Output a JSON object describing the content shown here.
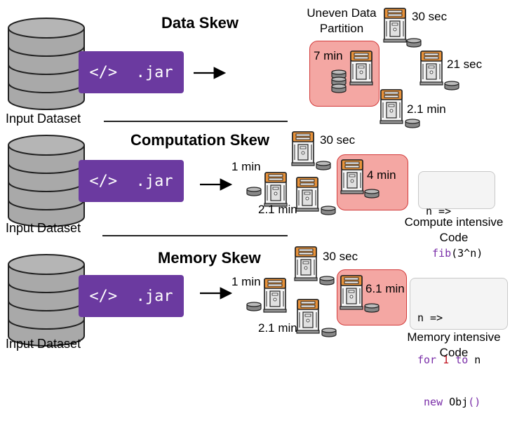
{
  "sections": [
    {
      "title": "Data Skew",
      "input_label": "Input Dataset",
      "jar_label": "</>  .jar",
      "partition_caption": "Uneven Data\nPartition",
      "times": [
        "30 sec",
        "7 min",
        "21 sec",
        "2.1 min"
      ]
    },
    {
      "title": "Computation Skew",
      "input_label": "Input Dataset",
      "jar_label": "</>  .jar",
      "times": [
        "30 sec",
        "1 min",
        "4 min",
        "2.1 min"
      ],
      "code_lines": [
        "n =>",
        "fib(3^n)"
      ],
      "caption": "Compute intensive\nCode"
    },
    {
      "title": "Memory Skew",
      "input_label": "Input Dataset",
      "jar_label": "</>  .jar",
      "times": [
        "30 sec",
        "1 min",
        "6.1 min",
        "2.1 min"
      ],
      "code_lines": [
        "n =>",
        "for 1 to n",
        "new Obj()"
      ],
      "caption": "Memory intensive\nCode"
    }
  ],
  "colors": {
    "jar_bg": "#6b3aa0",
    "highlight_fill": "#f4a7a3",
    "highlight_border": "#d23b3b",
    "server_accent": "#e8923a"
  }
}
